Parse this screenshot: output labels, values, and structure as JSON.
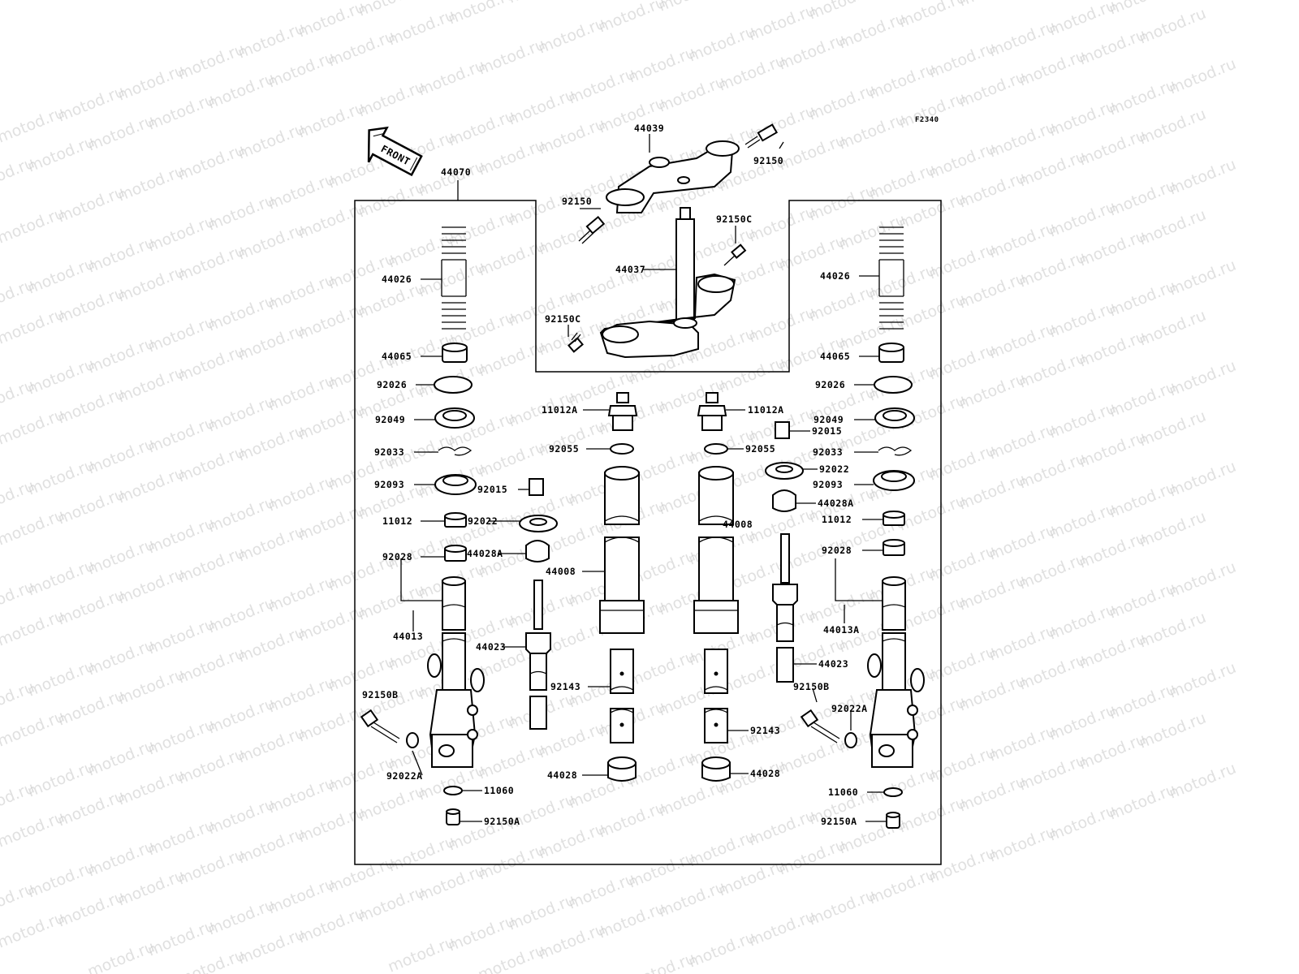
{
  "diagram": {
    "code": "F2340",
    "arrow_label": "FRONT",
    "watermark": "motod.ru",
    "colors": {
      "line": "#000000",
      "background": "#ffffff",
      "watermark": "#c8c8c8"
    },
    "labels": [
      {
        "id": "l44039",
        "text": "44039"
      },
      {
        "id": "l92150r",
        "text": "92150"
      },
      {
        "id": "l44070",
        "text": "44070"
      },
      {
        "id": "l92150l",
        "text": "92150"
      },
      {
        "id": "l92150Cr",
        "text": "92150C"
      },
      {
        "id": "l44037",
        "text": "44037"
      },
      {
        "id": "l92150Cl",
        "text": "92150C"
      },
      {
        "id": "l44026l",
        "text": "44026"
      },
      {
        "id": "l44026r",
        "text": "44026"
      },
      {
        "id": "l44065l",
        "text": "44065"
      },
      {
        "id": "l44065r",
        "text": "44065"
      },
      {
        "id": "l92026l",
        "text": "92026"
      },
      {
        "id": "l92026r",
        "text": "92026"
      },
      {
        "id": "l11012Al",
        "text": "11012A"
      },
      {
        "id": "l11012Ar",
        "text": "11012A"
      },
      {
        "id": "l92049l",
        "text": "92049"
      },
      {
        "id": "l92049r",
        "text": "92049"
      },
      {
        "id": "l92015r",
        "text": "92015"
      },
      {
        "id": "l92055l",
        "text": "92055"
      },
      {
        "id": "l92055r",
        "text": "92055"
      },
      {
        "id": "l92033l",
        "text": "92033"
      },
      {
        "id": "l92033r",
        "text": "92033"
      },
      {
        "id": "l92022r",
        "text": "92022"
      },
      {
        "id": "l92093l",
        "text": "92093"
      },
      {
        "id": "l92015l",
        "text": "92015"
      },
      {
        "id": "l92093r",
        "text": "92093"
      },
      {
        "id": "l44028Ar",
        "text": "44028A"
      },
      {
        "id": "l11012l",
        "text": "11012"
      },
      {
        "id": "l92022l",
        "text": "92022"
      },
      {
        "id": "l44008r",
        "text": "44008"
      },
      {
        "id": "l11012r",
        "text": "11012"
      },
      {
        "id": "l92028l",
        "text": "92028"
      },
      {
        "id": "l44028Al",
        "text": "44028A"
      },
      {
        "id": "l92028r",
        "text": "92028"
      },
      {
        "id": "l44008l",
        "text": "44008"
      },
      {
        "id": "l44013",
        "text": "44013"
      },
      {
        "id": "l44013A",
        "text": "44013A"
      },
      {
        "id": "l44023l",
        "text": "44023"
      },
      {
        "id": "l44023r",
        "text": "44023"
      },
      {
        "id": "l92143l",
        "text": "92143"
      },
      {
        "id": "l92150Bl",
        "text": "92150B"
      },
      {
        "id": "l92150Br",
        "text": "92150B"
      },
      {
        "id": "l92022Ar",
        "text": "92022A"
      },
      {
        "id": "l92143r",
        "text": "92143"
      },
      {
        "id": "l92022Al",
        "text": "92022A"
      },
      {
        "id": "l44028l",
        "text": "44028"
      },
      {
        "id": "l44028r",
        "text": "44028"
      },
      {
        "id": "l11060l",
        "text": "11060"
      },
      {
        "id": "l11060r",
        "text": "11060"
      },
      {
        "id": "l92150Al",
        "text": "92150A"
      },
      {
        "id": "l92150Ar",
        "text": "92150A"
      }
    ]
  }
}
